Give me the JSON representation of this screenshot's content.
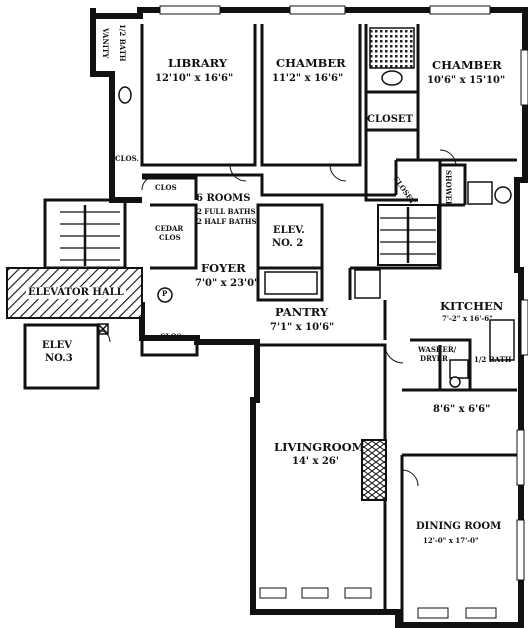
{
  "rooms": {
    "vanity": "VANITY",
    "half_bath_top": "1/2 BATH",
    "library_name": "LIBRARY",
    "library_dim": "12'10\" x 16'6\"",
    "chamber1_name": "CHAMBER",
    "chamber1_dim": "11'2\" x 16'6\"",
    "chamber2_name": "CHAMBER",
    "chamber2_dim": "10'6\" x 15'10\"",
    "closet_main": "CLOSET",
    "closet_diag": "CLOSET",
    "shower": "SHOWER",
    "clos_left": "CLOS.",
    "clos_mid": "CLOS",
    "clos_low": "CLOS",
    "summary_rooms": "6 ROOMS",
    "summary_full": "2 FULL BATHS",
    "summary_half": "2 HALF BATHS",
    "cedar_a": "CEDAR",
    "cedar_b": "CLOS",
    "elev2_a": "ELEV.",
    "elev2_b": "NO. 2",
    "elevator_hall": "ELEVATOR HALL",
    "foyer_name": "FOYER",
    "foyer_dim": "7'0\" x 23'0\"",
    "pantry_name": "PANTRY",
    "pantry_dim": "7'1\" x 10'6\"",
    "kitchen_name": "KITCHEN",
    "kitchen_dim": "7'-2\" x 16'-6\"",
    "washer": "WASHER/",
    "dryer": "DRYER",
    "half_bath_kitchen": "1/2 BATH",
    "breakfast_dim": "8'6\" x 6'6\"",
    "elev3_a": "ELEV",
    "elev3_b": "NO.3",
    "living_name": "LIVINGROOM",
    "living_dim": "14' x 26'",
    "dining_name": "DINING ROOM",
    "dining_dim": "12'-0\" x 17'-0\"",
    "stair_marker": "P"
  }
}
